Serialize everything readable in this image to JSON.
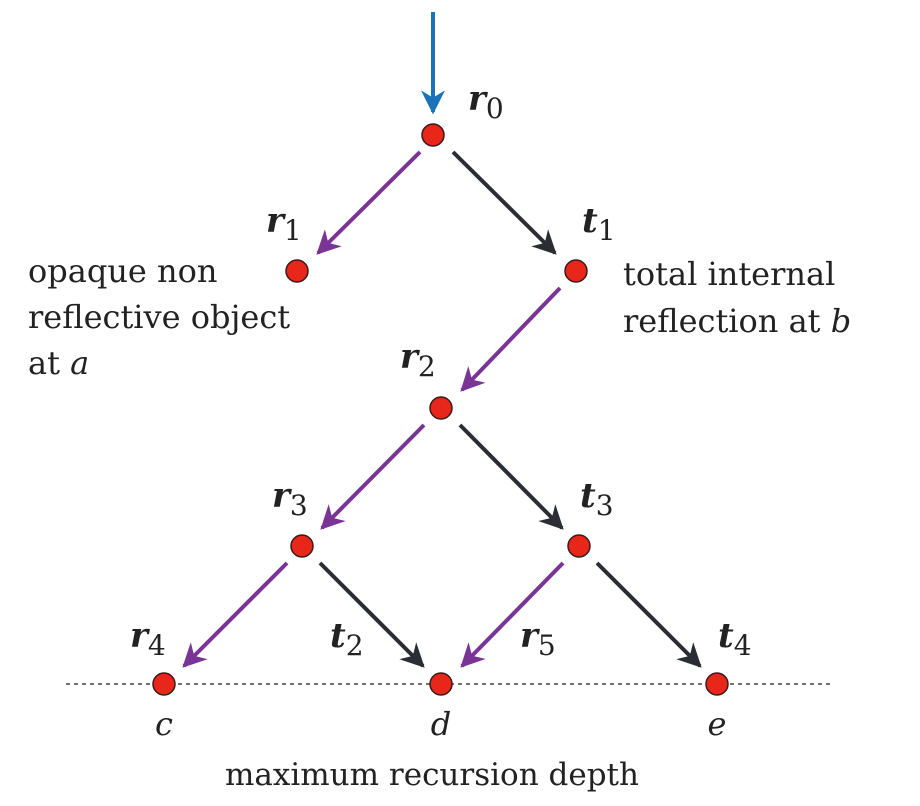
{
  "colors": {
    "reflection_arrow": "#7a3496",
    "transmission_arrow": "#2a2d33",
    "incoming_arrow": "#1a73b8",
    "node_fill": "#e8261a",
    "node_stroke": "#3a1a1a",
    "depth_line": "#444444"
  },
  "rays": {
    "r0": {
      "base": "r",
      "sub": "0"
    },
    "r1": {
      "base": "r",
      "sub": "1"
    },
    "t1": {
      "base": "t",
      "sub": "1"
    },
    "r2": {
      "base": "r",
      "sub": "2"
    },
    "r3": {
      "base": "r",
      "sub": "3"
    },
    "t3": {
      "base": "t",
      "sub": "3"
    },
    "r4": {
      "base": "r",
      "sub": "4"
    },
    "t2": {
      "base": "t",
      "sub": "2"
    },
    "r5": {
      "base": "r",
      "sub": "5"
    },
    "t4": {
      "base": "t",
      "sub": "4"
    }
  },
  "annotations": {
    "left": {
      "line1": "opaque non",
      "line2": "reflective object",
      "line3_prefix": "at ",
      "line3_var": "a"
    },
    "right": {
      "line1": "total internal",
      "line2_prefix": "reflection at ",
      "line2_var": "b"
    }
  },
  "leaf_labels": {
    "c": "c",
    "d": "d",
    "e": "e"
  },
  "footer": {
    "caption": "maximum recursion depth"
  }
}
